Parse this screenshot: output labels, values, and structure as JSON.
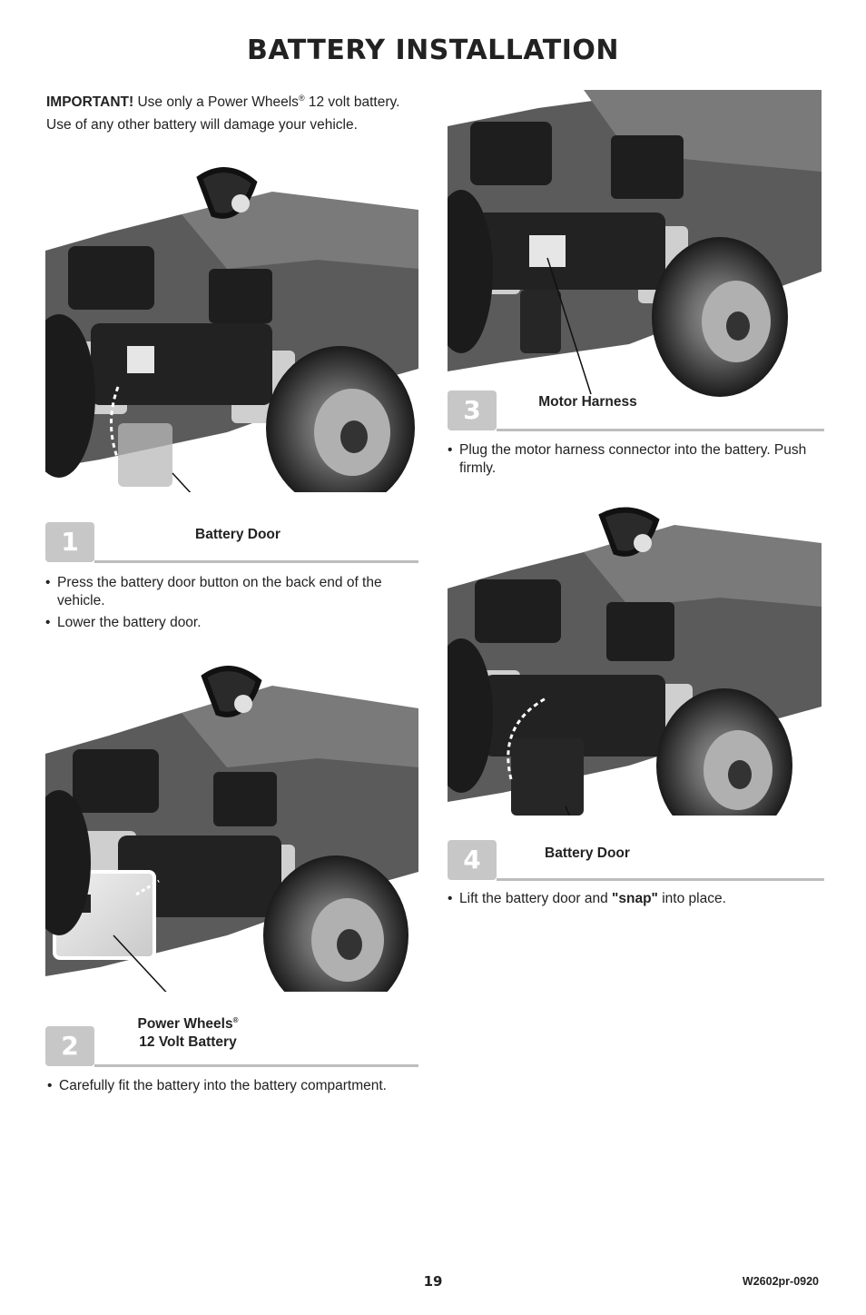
{
  "title": "BATTERY INSTALLATION",
  "important": {
    "label": "IMPORTANT!",
    "text_before": " Use only a Power Wheels",
    "reg": "®",
    "text_after": " 12 volt battery. Use of any other battery will damage your vehicle."
  },
  "steps": [
    {
      "number": "1",
      "callout": "Battery Door",
      "bullets": [
        "Press the battery door button on the back end of the vehicle.",
        "Lower the battery door."
      ]
    },
    {
      "number": "2",
      "callout_line1": "Power Wheels",
      "callout_reg": "®",
      "callout_line2": "12 Volt Battery",
      "bullets": [
        "Carefully fit the battery into the battery compartment."
      ]
    },
    {
      "number": "3",
      "callout": "Motor Harness",
      "bullets": [
        "Plug the motor harness connector into the battery. Push firmly."
      ]
    },
    {
      "number": "4",
      "callout": "Battery Door",
      "bullet_before": "Lift the battery door and ",
      "bullet_bold": "\"snap\"",
      "bullet_after": " into place."
    }
  ],
  "footer": {
    "page_number": "19",
    "doc_code": "W2602pr-0920"
  }
}
